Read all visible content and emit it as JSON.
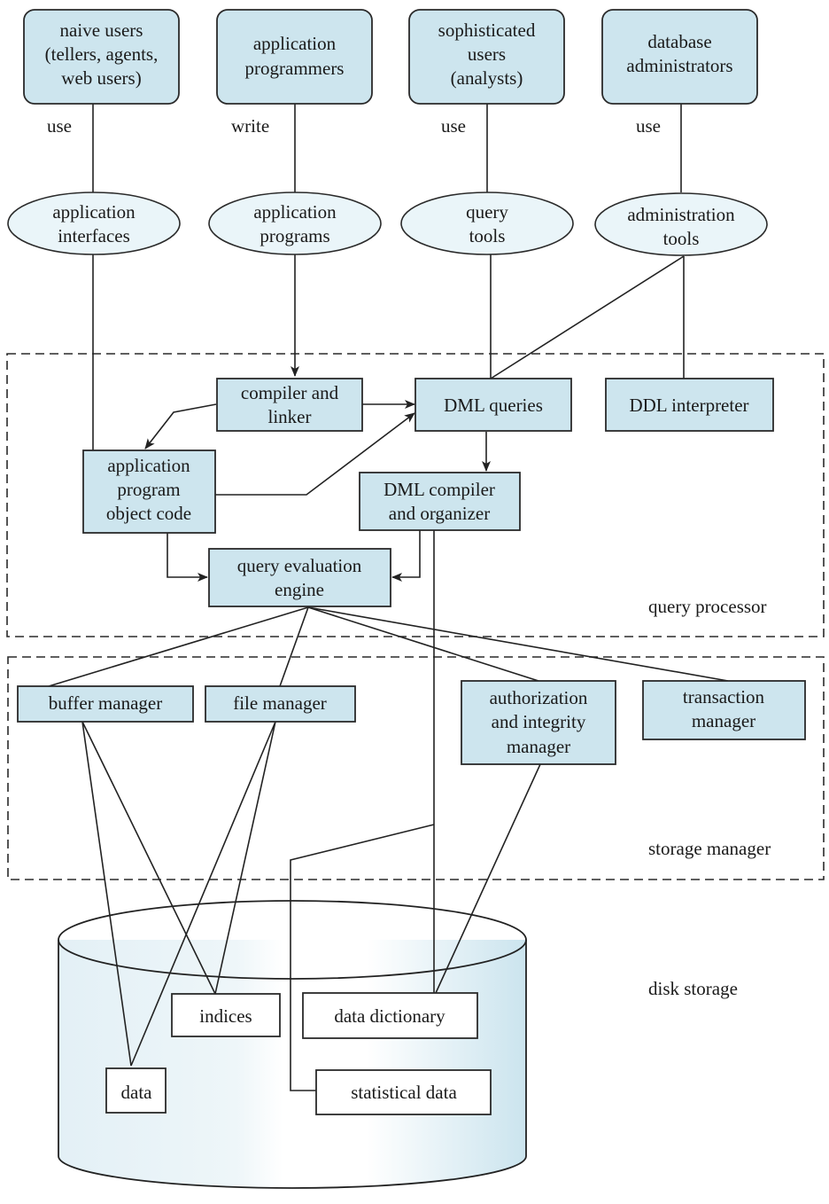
{
  "title": "Database system structure",
  "colors": {
    "box_fill": "#cde5ee",
    "ellipse_fill": "#eaf5f9",
    "storage_fill_edge": "#cfe6ef",
    "stroke": "#2a2a2a"
  },
  "users": [
    {
      "id": "naive",
      "lines": [
        "naive users",
        "(tellers, agents,",
        "web users)"
      ],
      "relation": "use"
    },
    {
      "id": "programmers",
      "lines": [
        "application",
        "programmers"
      ],
      "relation": "write"
    },
    {
      "id": "sophisticated",
      "lines": [
        "sophisticated",
        "users",
        "(analysts)"
      ],
      "relation": "use"
    },
    {
      "id": "dba",
      "lines": [
        "database",
        "administrators"
      ],
      "relation": "use"
    }
  ],
  "tools": [
    {
      "id": "app-interfaces",
      "lines": [
        "application",
        "interfaces"
      ]
    },
    {
      "id": "app-programs",
      "lines": [
        "application",
        "programs"
      ]
    },
    {
      "id": "query-tools",
      "lines": [
        "query",
        "tools"
      ]
    },
    {
      "id": "admin-tools",
      "lines": [
        "administration",
        "tools"
      ]
    }
  ],
  "query_processor": {
    "label": "query processor",
    "components": [
      {
        "id": "compiler-linker",
        "lines": [
          "compiler and",
          "linker"
        ]
      },
      {
        "id": "dml-queries",
        "lines": [
          "DML queries"
        ]
      },
      {
        "id": "ddl-interpreter",
        "lines": [
          "DDL interpreter"
        ]
      },
      {
        "id": "app-object-code",
        "lines": [
          "application",
          "program",
          "object code"
        ]
      },
      {
        "id": "dml-compiler",
        "lines": [
          "DML compiler",
          "and organizer"
        ]
      },
      {
        "id": "query-eval-engine",
        "lines": [
          "query evaluation",
          "engine"
        ]
      }
    ]
  },
  "storage_manager": {
    "label": "storage manager",
    "components": [
      {
        "id": "buffer-manager",
        "lines": [
          "buffer manager"
        ]
      },
      {
        "id": "file-manager",
        "lines": [
          "file manager"
        ]
      },
      {
        "id": "auth-integrity-manager",
        "lines": [
          "authorization",
          "and integrity",
          "manager"
        ]
      },
      {
        "id": "transaction-manager",
        "lines": [
          "transaction",
          "manager"
        ]
      }
    ]
  },
  "disk_storage": {
    "label": "disk storage",
    "items": [
      {
        "id": "indices",
        "lines": [
          "indices"
        ]
      },
      {
        "id": "data-dictionary",
        "lines": [
          "data dictionary"
        ]
      },
      {
        "id": "data",
        "lines": [
          "data"
        ]
      },
      {
        "id": "statistical-data",
        "lines": [
          "statistical data"
        ]
      }
    ]
  }
}
